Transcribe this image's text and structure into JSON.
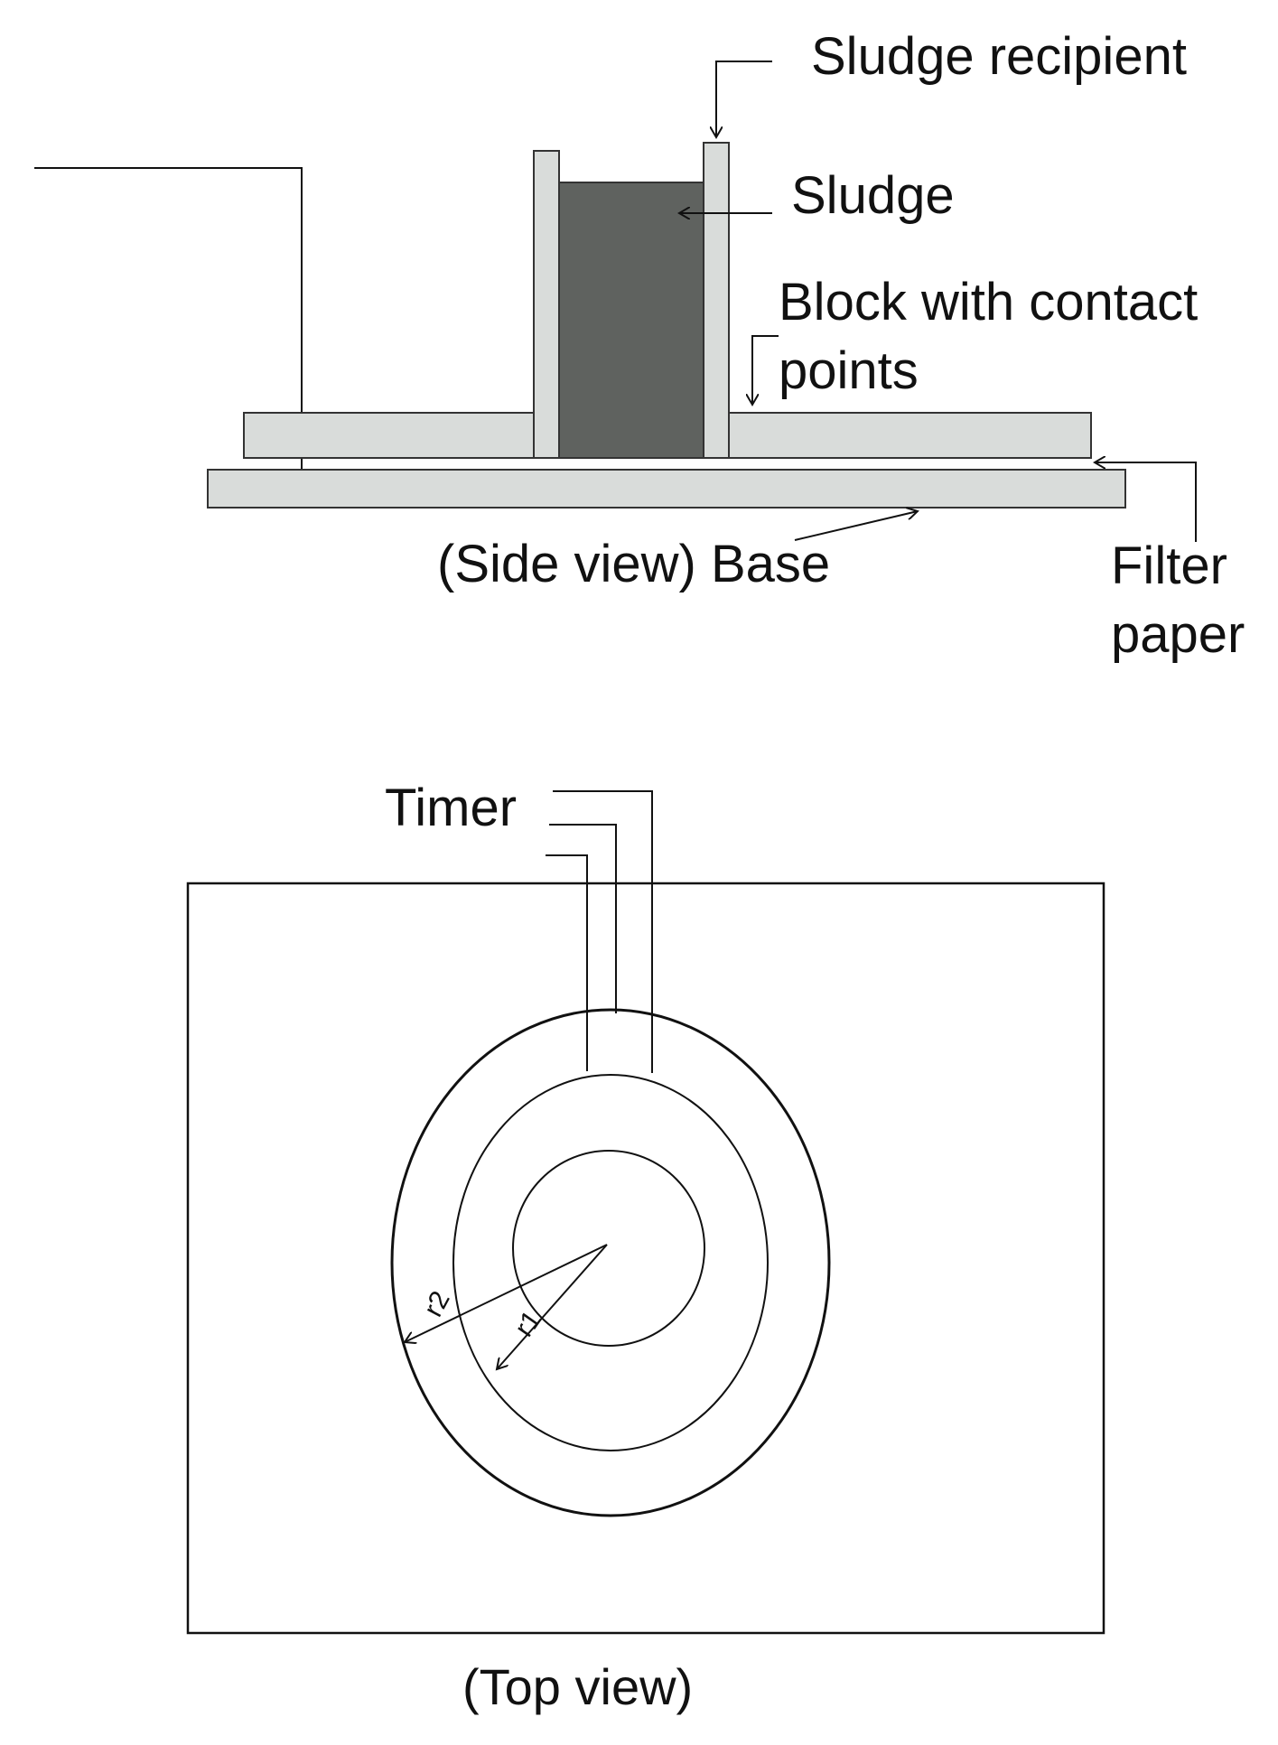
{
  "side_view": {
    "labels": {
      "sludge_recipient": "Sludge recipient",
      "sludge": "Sludge",
      "block_line1": "Block with contact",
      "block_line2": "points",
      "view_and_base": "(Side view) Base",
      "filter_line1": "Filter",
      "filter_line2": "paper"
    }
  },
  "top_view": {
    "labels": {
      "timer": "Timer",
      "r1": "r1",
      "r2": "r2",
      "caption": "(Top view)"
    }
  },
  "colors": {
    "line": "#111111",
    "light_gray_fill": "#d9dcda",
    "sludge_fill": "#5f625f"
  }
}
